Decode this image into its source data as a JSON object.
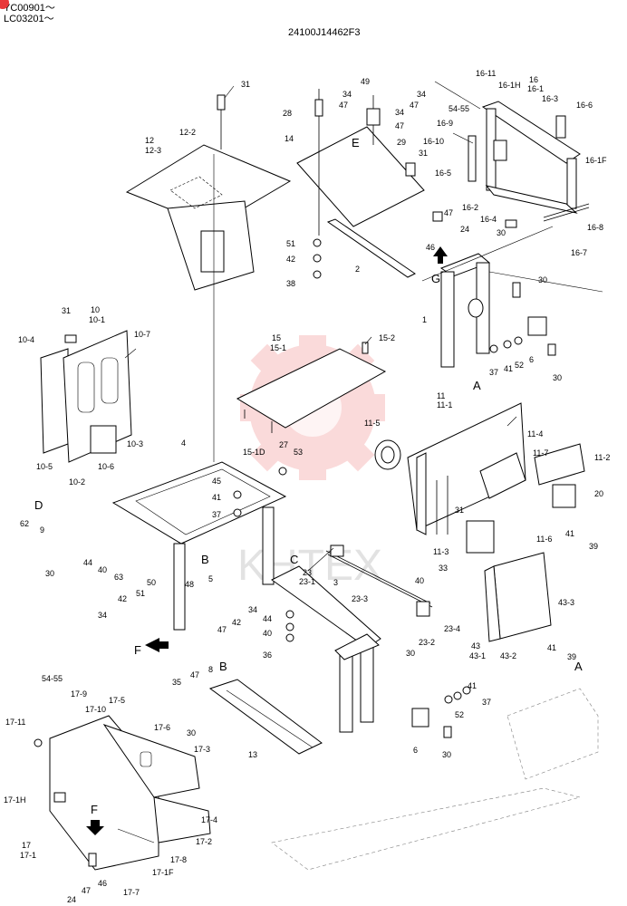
{
  "header": {
    "serial_line_1": "YC00901～",
    "serial_line_2": "LC03201～",
    "drawing_number": "24100J14462F3"
  },
  "watermark": {
    "text": "KHTEX",
    "color": "#e8383a"
  },
  "callouts": [
    {
      "id": "c31a",
      "text": "31"
    },
    {
      "id": "c12",
      "text": "12"
    },
    {
      "id": "c12-3",
      "text": "12-3"
    },
    {
      "id": "c12-2",
      "text": "12-2"
    },
    {
      "id": "c49",
      "text": "49"
    },
    {
      "id": "c34a",
      "text": "34"
    },
    {
      "id": "c34b",
      "text": "34"
    },
    {
      "id": "c47a",
      "text": "47"
    },
    {
      "id": "c47b",
      "text": "47"
    },
    {
      "id": "c28",
      "text": "28"
    },
    {
      "id": "c34c",
      "text": "34"
    },
    {
      "id": "c47c",
      "text": "47"
    },
    {
      "id": "cE",
      "text": "E"
    },
    {
      "id": "c29",
      "text": "29"
    },
    {
      "id": "c31b",
      "text": "31"
    },
    {
      "id": "c14",
      "text": "14"
    },
    {
      "id": "c51a",
      "text": "51"
    },
    {
      "id": "c42a",
      "text": "42"
    },
    {
      "id": "c38",
      "text": "38"
    },
    {
      "id": "c2",
      "text": "2"
    },
    {
      "id": "c16-11",
      "text": "16-11"
    },
    {
      "id": "c16-1H",
      "text": "16-1H"
    },
    {
      "id": "c16",
      "text": "16"
    },
    {
      "id": "c16-1",
      "text": "16-1"
    },
    {
      "id": "c54-55a",
      "text": "54-55"
    },
    {
      "id": "c16-3",
      "text": "16-3"
    },
    {
      "id": "c16-6",
      "text": "16-6"
    },
    {
      "id": "c16-9",
      "text": "16-9"
    },
    {
      "id": "c16-10",
      "text": "16-10"
    },
    {
      "id": "c16-5",
      "text": "16-5"
    },
    {
      "id": "c16-1F",
      "text": "16-1F"
    },
    {
      "id": "c16-2",
      "text": "16-2"
    },
    {
      "id": "c16-4",
      "text": "16-4"
    },
    {
      "id": "c16-8",
      "text": "16-8"
    },
    {
      "id": "c16-7",
      "text": "16-7"
    },
    {
      "id": "c47d",
      "text": "47"
    },
    {
      "id": "c24a",
      "text": "24"
    },
    {
      "id": "c46a",
      "text": "46"
    },
    {
      "id": "c30a",
      "text": "30"
    },
    {
      "id": "cG",
      "text": "G"
    },
    {
      "id": "c30b",
      "text": "30"
    },
    {
      "id": "c1",
      "text": "1"
    },
    {
      "id": "c37a",
      "text": "37"
    },
    {
      "id": "c41a",
      "text": "41"
    },
    {
      "id": "c52a",
      "text": "52"
    },
    {
      "id": "c6a",
      "text": "6"
    },
    {
      "id": "c30c",
      "text": "30"
    },
    {
      "id": "cA1",
      "text": "A"
    },
    {
      "id": "c31c",
      "text": "31"
    },
    {
      "id": "c10",
      "text": "10"
    },
    {
      "id": "c10-1",
      "text": "10-1"
    },
    {
      "id": "c10-4",
      "text": "10-4"
    },
    {
      "id": "c10-7",
      "text": "10-7"
    },
    {
      "id": "c10-3",
      "text": "10-3"
    },
    {
      "id": "c10-5",
      "text": "10-5"
    },
    {
      "id": "c10-2",
      "text": "10-2"
    },
    {
      "id": "c10-6",
      "text": "10-6"
    },
    {
      "id": "c15",
      "text": "15"
    },
    {
      "id": "c15-1",
      "text": "15-1"
    },
    {
      "id": "c15-2",
      "text": "15-2"
    },
    {
      "id": "c15-1D",
      "text": "15-1D"
    },
    {
      "id": "c27",
      "text": "27"
    },
    {
      "id": "c53",
      "text": "53"
    },
    {
      "id": "c4",
      "text": "4"
    },
    {
      "id": "c45",
      "text": "45"
    },
    {
      "id": "c41b",
      "text": "41"
    },
    {
      "id": "c37b",
      "text": "37"
    },
    {
      "id": "c11",
      "text": "11"
    },
    {
      "id": "c11-1",
      "text": "11-1"
    },
    {
      "id": "c11-5",
      "text": "11-5"
    },
    {
      "id": "c11-4",
      "text": "11-4"
    },
    {
      "id": "c11-7",
      "text": "11-7"
    },
    {
      "id": "c11-2",
      "text": "11-2"
    },
    {
      "id": "c20",
      "text": "20"
    },
    {
      "id": "c31d",
      "text": "31"
    },
    {
      "id": "c11-6",
      "text": "11-6"
    },
    {
      "id": "c41c",
      "text": "41"
    },
    {
      "id": "c39a",
      "text": "39"
    },
    {
      "id": "c11-3",
      "text": "11-3"
    },
    {
      "id": "cD",
      "text": "D"
    },
    {
      "id": "c62",
      "text": "62"
    },
    {
      "id": "c9",
      "text": "9"
    },
    {
      "id": "c44a",
      "text": "44"
    },
    {
      "id": "c40a",
      "text": "40"
    },
    {
      "id": "c30d",
      "text": "30"
    },
    {
      "id": "c63",
      "text": "63"
    },
    {
      "id": "cB1",
      "text": "B"
    },
    {
      "id": "c5",
      "text": "5"
    },
    {
      "id": "c50",
      "text": "50"
    },
    {
      "id": "c48",
      "text": "48"
    },
    {
      "id": "c51b",
      "text": "51"
    },
    {
      "id": "c42b",
      "text": "42"
    },
    {
      "id": "c34d",
      "text": "34"
    },
    {
      "id": "c42c",
      "text": "42"
    },
    {
      "id": "c47e",
      "text": "47"
    },
    {
      "id": "c34e",
      "text": "34"
    },
    {
      "id": "cF1",
      "text": "F"
    },
    {
      "id": "c35",
      "text": "35"
    },
    {
      "id": "c47f",
      "text": "47"
    },
    {
      "id": "c8",
      "text": "8"
    },
    {
      "id": "cC",
      "text": "C"
    },
    {
      "id": "c23",
      "text": "23"
    },
    {
      "id": "c23-1",
      "text": "23-1"
    },
    {
      "id": "c3",
      "text": "3"
    },
    {
      "id": "c23-3",
      "text": "23-3"
    },
    {
      "id": "c40b",
      "text": "40"
    },
    {
      "id": "c33",
      "text": "33"
    },
    {
      "id": "c23-4",
      "text": "23-4"
    },
    {
      "id": "c23-2",
      "text": "23-2"
    },
    {
      "id": "c44b",
      "text": "44"
    },
    {
      "id": "c40c",
      "text": "40"
    },
    {
      "id": "c36",
      "text": "36"
    },
    {
      "id": "c30e",
      "text": "30"
    },
    {
      "id": "c43-3",
      "text": "43-3"
    },
    {
      "id": "c43",
      "text": "43"
    },
    {
      "id": "c43-1",
      "text": "43-1"
    },
    {
      "id": "c43-2",
      "text": "43-2"
    },
    {
      "id": "c41d",
      "text": "41"
    },
    {
      "id": "c39b",
      "text": "39"
    },
    {
      "id": "cA2",
      "text": "A"
    },
    {
      "id": "cB2",
      "text": "B"
    },
    {
      "id": "c30f",
      "text": "30"
    },
    {
      "id": "c13",
      "text": "13"
    },
    {
      "id": "c41e",
      "text": "41"
    },
    {
      "id": "c37c",
      "text": "37"
    },
    {
      "id": "c52b",
      "text": "52"
    },
    {
      "id": "c6b",
      "text": "6"
    },
    {
      "id": "c30g",
      "text": "30"
    },
    {
      "id": "c54-55b",
      "text": "54-55"
    },
    {
      "id": "c17-9",
      "text": "17-9"
    },
    {
      "id": "c17-10",
      "text": "17-10"
    },
    {
      "id": "c17-5",
      "text": "17-5"
    },
    {
      "id": "c17-11",
      "text": "17-11"
    },
    {
      "id": "c17-6",
      "text": "17-6"
    },
    {
      "id": "c17-3",
      "text": "17-3"
    },
    {
      "id": "c17-1H",
      "text": "17-1H"
    },
    {
      "id": "cF2",
      "text": "F"
    },
    {
      "id": "c17",
      "text": "17"
    },
    {
      "id": "c17-1",
      "text": "17-1"
    },
    {
      "id": "c17-4",
      "text": "17-4"
    },
    {
      "id": "c17-2",
      "text": "17-2"
    },
    {
      "id": "c17-8",
      "text": "17-8"
    },
    {
      "id": "c17-1F",
      "text": "17-1F"
    },
    {
      "id": "c46b",
      "text": "46"
    },
    {
      "id": "c47g",
      "text": "47"
    },
    {
      "id": "c24b",
      "text": "24"
    },
    {
      "id": "c17-7",
      "text": "17-7"
    }
  ]
}
